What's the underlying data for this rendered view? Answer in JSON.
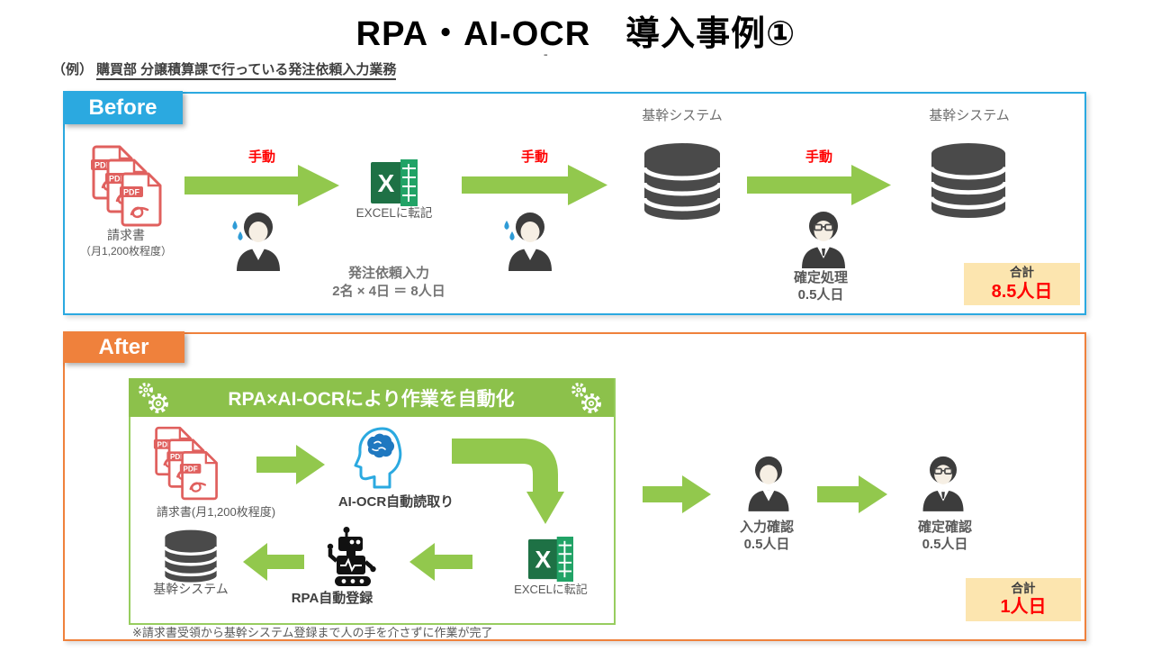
{
  "title": "RPA・AI-OCR　導入事例①",
  "title_dash": "-",
  "subtitle": {
    "prefix": "（例）",
    "text": "購買部 分譲積算課で行っている発注依頼入力業務"
  },
  "colors": {
    "before_accent": "#2BA9E0",
    "after_accent": "#EF813C",
    "flow_green": "#92C84D",
    "banner_green": "#8CC14B",
    "total_bg": "#FCE5AF",
    "alert_red": "#FF0000",
    "pdf_red": "#E0605E",
    "excel_green": "#1E7145",
    "db_gray": "#4A4A4A"
  },
  "before": {
    "label": "Before",
    "manual": "手動",
    "invoice_title": "請求書",
    "invoice_volume": "（月1,200枚程度）",
    "excel_caption": "EXCELに転記",
    "task_name": "発注依頼入力",
    "task_effort": "2名 × 4日 ＝ 8人日",
    "system_label": "基幹システム",
    "system_label2": "基幹システム",
    "confirm_title": "確定処理",
    "confirm_effort": "0.5人日",
    "total_label": "合計",
    "total_value": "8.5人日"
  },
  "after": {
    "label": "After",
    "banner": "RPA×AI-OCRにより作業を自動化",
    "invoice_caption": "請求書(月1,200枚程度)",
    "aiocr_caption": "AI-OCR自動読取り",
    "excel_caption": "EXCELに転記",
    "rpa_caption": "RPA自動登録",
    "system_label": "基幹システム",
    "note": "※請求書受領から基幹システム登録まで人の手を介さずに作業が完了",
    "input_check_title": "入力確認",
    "input_check_effort": "0.5人日",
    "final_check_title": "確定確認",
    "final_check_effort": "0.5人日",
    "total_label": "合計",
    "total_value": "1人日"
  }
}
